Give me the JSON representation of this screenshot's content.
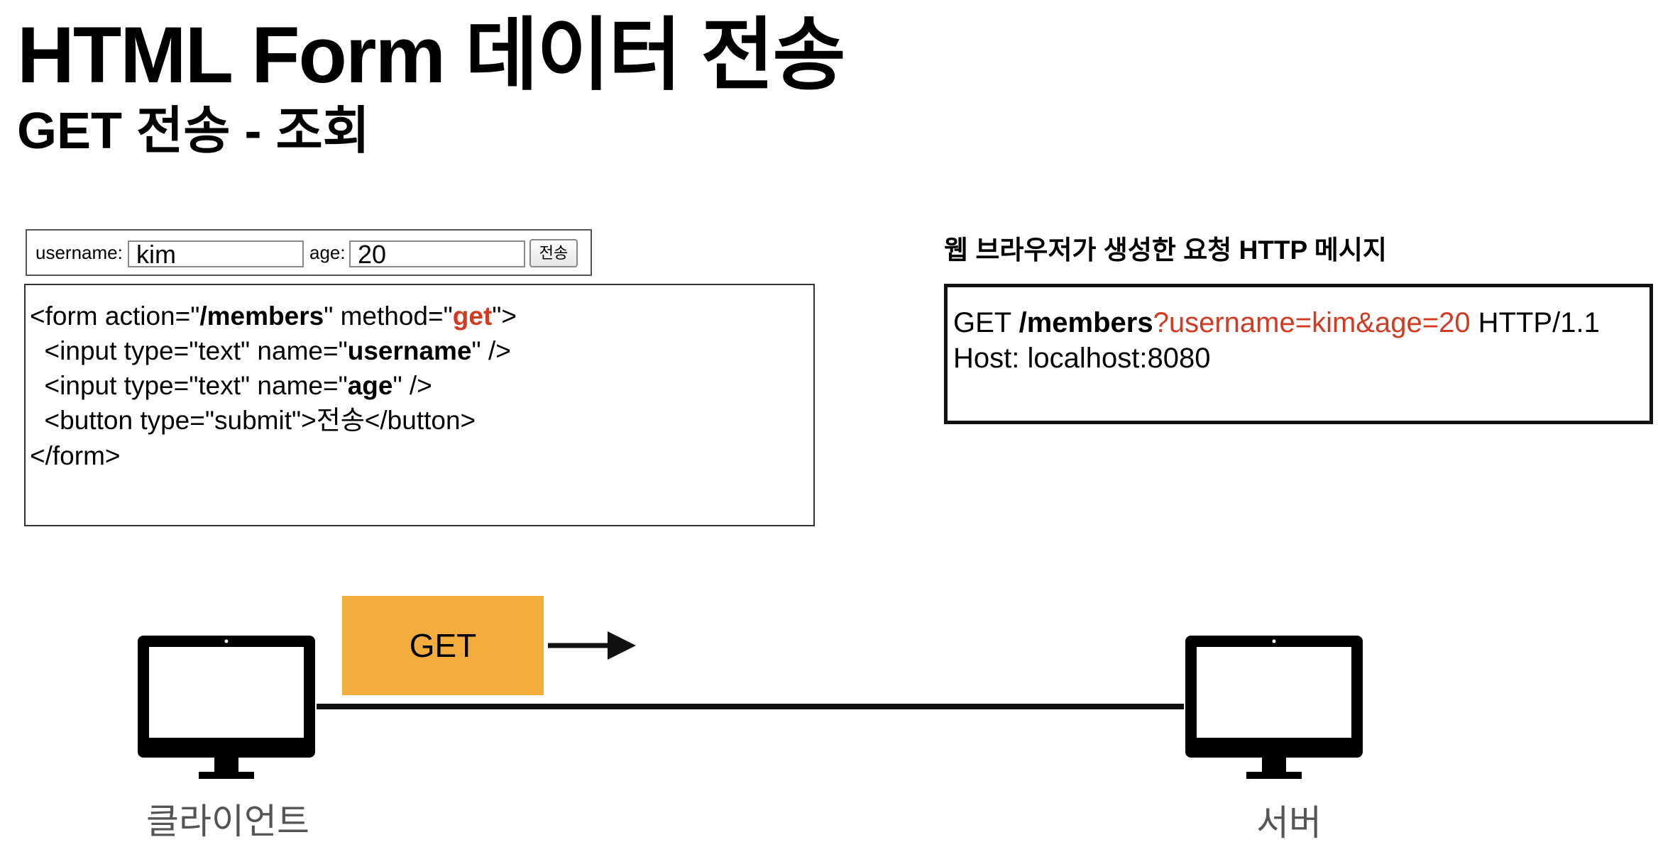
{
  "title": "HTML Form 데이터 전송",
  "subtitle": "GET 전송 - 조회",
  "form_preview": {
    "username_label": "username:",
    "username_value": "kim",
    "age_label": "age:",
    "age_value": "20",
    "submit_label": "전송"
  },
  "code": {
    "l1_a": "<form action=\"",
    "l1_b": "/members",
    "l1_c": "\" method=\"",
    "l1_d": "get",
    "l1_e": "\">",
    "l2_a": "  <input type=\"text\" name=\"",
    "l2_b": "username",
    "l2_c": "\" />",
    "l3_a": "  <input type=\"text\" name=\"",
    "l3_b": "age",
    "l3_c": "\" />",
    "l4": "  <button type=\"submit\">전송</button>",
    "l5": "</form>"
  },
  "http": {
    "caption_a": "웹 브라우저가 생성한 요청 ",
    "caption_b": "HTTP",
    "caption_c": " 메시지",
    "method": "GET ",
    "path": "/members",
    "query": "?username=kim&age=20",
    "version": " HTTP/1.1",
    "host": "Host: localhost:8080"
  },
  "diagram": {
    "request_label": "GET",
    "client_label": "클라이언트",
    "server_label": "서버",
    "accent_color": "#f2ad3e",
    "highlight_color": "#d23b22"
  }
}
